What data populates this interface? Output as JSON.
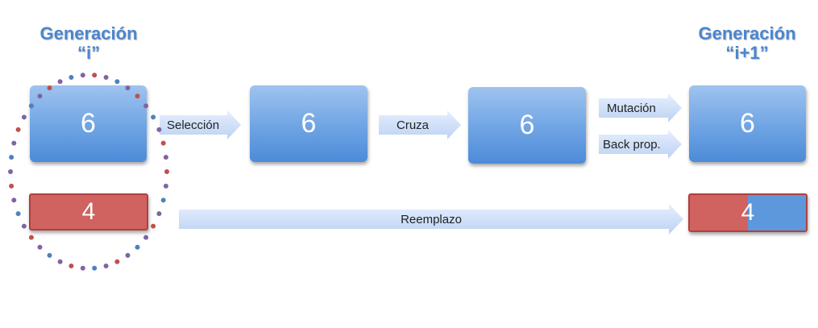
{
  "gen_left": {
    "line1": "Generación",
    "line2": "“i”"
  },
  "gen_right": {
    "line1": "Generación",
    "line2": "“i+1”"
  },
  "boxes": {
    "b1": "6",
    "b2": "6",
    "b3": "6",
    "b4": "6",
    "red_left": "4",
    "mixed_right": "4"
  },
  "arrows": {
    "seleccion": "Selección",
    "cruza": "Cruza",
    "mutacion": "Mutación",
    "backprop": "Back prop.",
    "reemplazo": "Reemplazo"
  },
  "colors": {
    "blue": "#6ea4e4",
    "red": "#d0625f",
    "dot_red": "#c0504d",
    "dot_blue": "#4f81bd",
    "dot_purple": "#8064a2"
  }
}
